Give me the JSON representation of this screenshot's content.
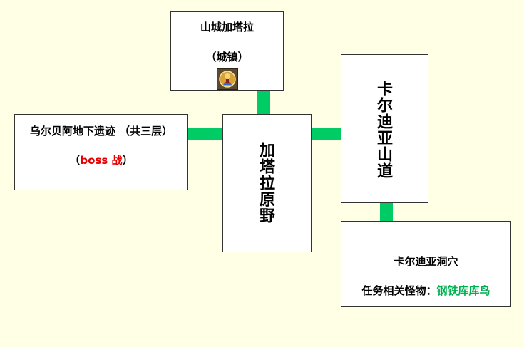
{
  "nodes": {
    "shanchengjiatala": {
      "title": "山城加塔拉",
      "subtitle": "（城镇）",
      "icon": "town-emblem-icon"
    },
    "wuerbei": {
      "title": "乌尔贝阿地下遗迹 （共三层）",
      "paren_open": "（",
      "boss": "boss 战",
      "paren_close": "）"
    },
    "jiatala_plain": {
      "title": "加塔拉原野"
    },
    "kaerdiya_road": {
      "title": "卡尔迪亚山道"
    },
    "kaerdiya_cave": {
      "title": "卡尔迪亚洞穴",
      "monster_label": "任务相关怪物：",
      "monster_name": "钢铁库库鸟"
    }
  },
  "colors": {
    "background": "#ffffe5",
    "connector": "#00cc66",
    "boss_text": "#e60000",
    "monster_text": "#00b050"
  }
}
